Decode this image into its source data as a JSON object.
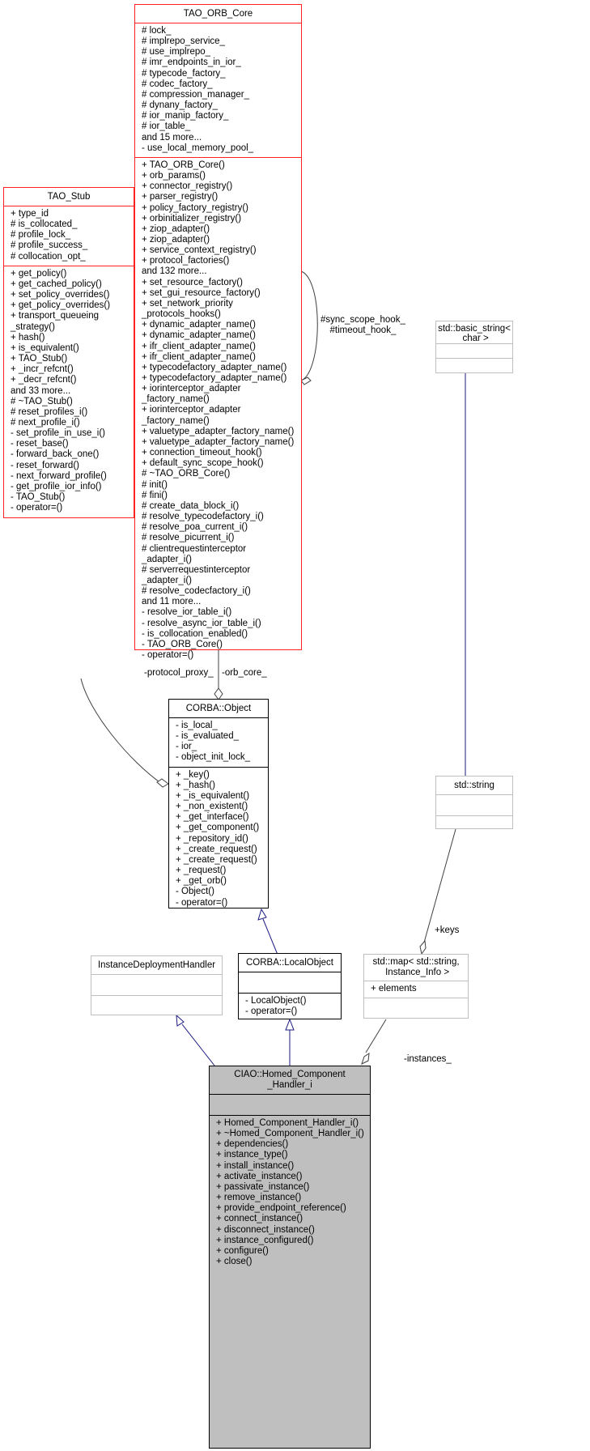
{
  "classes": {
    "tao_orb_core": {
      "name": "TAO_ORB_Core",
      "attributes": [
        "# lock_",
        "# implrepo_service_",
        "# use_implrepo_",
        "# imr_endpoints_in_ior_",
        "# typecode_factory_",
        "# codec_factory_",
        "# compression_manager_",
        "# dynany_factory_",
        "# ior_manip_factory_",
        "# ior_table_",
        "and 15 more...",
        "- use_local_memory_pool_"
      ],
      "methods": [
        "+ TAO_ORB_Core()",
        "+ orb_params()",
        "+ connector_registry()",
        "+ parser_registry()",
        "+ policy_factory_registry()",
        "+ orbinitializer_registry()",
        "+ ziop_adapter()",
        "+ ziop_adapter()",
        "+ service_context_registry()",
        "+ protocol_factories()",
        "and 132 more...",
        "+ set_resource_factory()",
        "+ set_gui_resource_factory()",
        "+ set_network_priority",
        "_protocols_hooks()",
        "+ dynamic_adapter_name()",
        "+ dynamic_adapter_name()",
        "+ ifr_client_adapter_name()",
        "+ ifr_client_adapter_name()",
        "+ typecodefactory_adapter_name()",
        "+ typecodefactory_adapter_name()",
        "+ iorinterceptor_adapter",
        "_factory_name()",
        "+ iorinterceptor_adapter",
        "_factory_name()",
        "+ valuetype_adapter_factory_name()",
        "+ valuetype_adapter_factory_name()",
        "+ connection_timeout_hook()",
        "+ default_sync_scope_hook()",
        "# ~TAO_ORB_Core()",
        "# init()",
        "# fini()",
        "# create_data_block_i()",
        "# resolve_typecodefactory_i()",
        "# resolve_poa_current_i()",
        "# resolve_picurrent_i()",
        "# clientrequestinterceptor",
        "_adapter_i()",
        "# serverrequestinterceptor",
        "_adapter_i()",
        "# resolve_codecfactory_i()",
        "and 11 more...",
        "- resolve_ior_table_i()",
        "- resolve_async_ior_table_i()",
        "- is_collocation_enabled()",
        "- TAO_ORB_Core()",
        "- operator=()"
      ]
    },
    "tao_stub": {
      "name": "TAO_Stub",
      "attributes": [
        "+ type_id",
        "# is_collocated_",
        "# profile_lock_",
        "# profile_success_",
        "# collocation_opt_"
      ],
      "methods": [
        "+ get_policy()",
        "+ get_cached_policy()",
        "+ set_policy_overrides()",
        "+ get_policy_overrides()",
        "+ transport_queueing",
        "_strategy()",
        "+ hash()",
        "+ is_equivalent()",
        "+ TAO_Stub()",
        "+ _incr_refcnt()",
        "+ _decr_refcnt()",
        "and 33 more...",
        "# ~TAO_Stub()",
        "# reset_profiles_i()",
        "# next_profile_i()",
        "- set_profile_in_use_i()",
        "- reset_base()",
        "- forward_back_one()",
        "- reset_forward()",
        "- next_forward_profile()",
        "- get_profile_ior_info()",
        "- TAO_Stub()",
        "- operator=()"
      ]
    },
    "basic_string": {
      "name": "std::basic_string<\n char >",
      "attributes": [],
      "methods": []
    },
    "corba_object": {
      "name": "CORBA::Object",
      "attributes": [
        "- is_local_",
        "- is_evaluated_",
        "- ior_",
        "- object_init_lock_"
      ],
      "methods": [
        "+ _key()",
        "+ _hash()",
        "+ _is_equivalent()",
        "+ _non_existent()",
        "+ _get_interface()",
        "+ _get_component()",
        "+ _repository_id()",
        "+ _create_request()",
        "+ _create_request()",
        "+ _request()",
        "+ _get_orb()",
        "- Object()",
        "- operator=()"
      ]
    },
    "std_string": {
      "name": "std::string",
      "attributes": [],
      "methods": []
    },
    "instance_deployment_handler": {
      "name": "InstanceDeploymentHandler",
      "attributes": [],
      "methods": []
    },
    "corba_local_object": {
      "name": "CORBA::LocalObject",
      "attributes": [],
      "methods": [
        "- LocalObject()",
        "- operator=()"
      ]
    },
    "std_map": {
      "name": "std::map< std::string,\n Instance_Info >",
      "attributes": [
        "+ elements"
      ],
      "methods": []
    },
    "homed_component_handler": {
      "name": "CIAO::Homed_Component\n_Handler_i",
      "attributes": [],
      "methods": [
        "+ Homed_Component_Handler_i()",
        "+ ~Homed_Component_Handler_i()",
        "+ dependencies()",
        "+ instance_type()",
        "+ install_instance()",
        "+ activate_instance()",
        "+ passivate_instance()",
        "+ remove_instance()",
        "+ provide_endpoint_reference()",
        "+ connect_instance()",
        "+ disconnect_instance()",
        "+ instance_configured()",
        "+ configure()",
        "+ close()"
      ]
    }
  },
  "edge_labels": {
    "self_loop": "#sync_scope_hook_\n#timeout_hook_",
    "protocol_proxy": "-protocol_proxy_",
    "orb_core": "-orb_core_",
    "keys": "+keys",
    "instances": "-instances_"
  },
  "colors": {
    "inheritance_edge": "#1a1a80",
    "aggregation_edge": "#404040",
    "highlight_fill": "#bfbfbf",
    "border_red": "#ff2020"
  }
}
